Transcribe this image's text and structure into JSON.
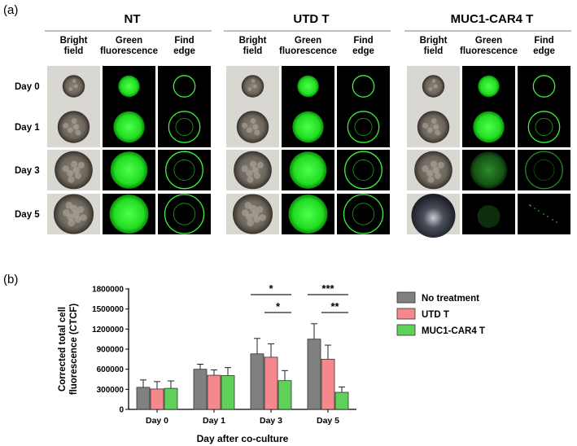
{
  "panel_a": {
    "label": "(a)",
    "groups": [
      "NT",
      "UTD T",
      "MUC1-CAR4 T"
    ],
    "columns": [
      [
        "Bright",
        "field"
      ],
      [
        "Green",
        "fluorescence"
      ],
      [
        "Find",
        "edge"
      ]
    ],
    "rows": [
      "Day 0",
      "Day 1",
      "Day 3",
      "Day 5"
    ]
  },
  "panel_b": {
    "label": "(b)"
  },
  "colors": {
    "no_treatment": "#808080",
    "utd_t": "#f4888c",
    "muc1_car4_t": "#5fd15a"
  },
  "chart_data": {
    "type": "bar",
    "categories": [
      "Day 0",
      "Day 1",
      "Day 3",
      "Day 5"
    ],
    "series": [
      {
        "name": "No treatment",
        "values": [
          330000,
          600000,
          830000,
          1050000
        ],
        "errors": [
          110000,
          75000,
          230000,
          230000
        ]
      },
      {
        "name": "UTD T",
        "values": [
          305000,
          510000,
          780000,
          750000
        ],
        "errors": [
          110000,
          80000,
          200000,
          210000
        ]
      },
      {
        "name": "MUC1-CAR4 T",
        "values": [
          315000,
          505000,
          430000,
          255000
        ],
        "errors": [
          110000,
          120000,
          150000,
          80000
        ]
      }
    ],
    "xlabel": "Day after co-culture",
    "ylabel": [
      "Corrected total cell",
      "fluorescence (CTCF)"
    ],
    "ylim": [
      0,
      1800000
    ],
    "yticks": [
      0,
      300000,
      600000,
      900000,
      1200000,
      1500000,
      1800000
    ],
    "significance": [
      {
        "day": "Day 3",
        "from": 0,
        "to": 2,
        "label": "*"
      },
      {
        "day": "Day 3",
        "from": 1,
        "to": 2,
        "label": "*"
      },
      {
        "day": "Day 5",
        "from": 0,
        "to": 2,
        "label": "***"
      },
      {
        "day": "Day 5",
        "from": 1,
        "to": 2,
        "label": "**"
      }
    ],
    "legend_position": "right"
  }
}
